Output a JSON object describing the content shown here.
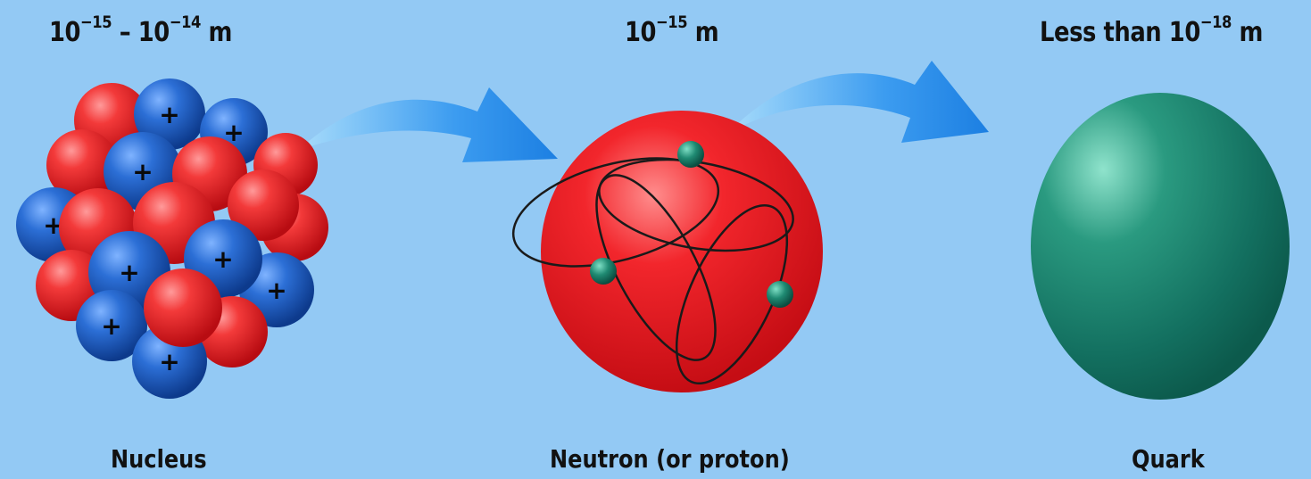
{
  "nucleus": {
    "name": "Nucleus",
    "scale_prefix": "10",
    "scale_exp1": "−15",
    "scale_mid": " – 10",
    "scale_exp2": "−14",
    "scale_unit": " m"
  },
  "neutron": {
    "name": "Neutron (or proton)",
    "scale_prefix": "10",
    "scale_exp": "−15",
    "scale_unit": " m"
  },
  "quark": {
    "name": "Quark",
    "scale_prefix": "Less than 10",
    "scale_exp": "−18",
    "scale_unit": " m"
  },
  "colors": {
    "background": "#93c9f4",
    "proton_blue": "#1f5fc4",
    "neutron_red": "#e8202a",
    "quark_green": "#1f8a72",
    "arrow_blue": "#2a8fe6"
  },
  "icons": {
    "proton_charge": "+"
  }
}
